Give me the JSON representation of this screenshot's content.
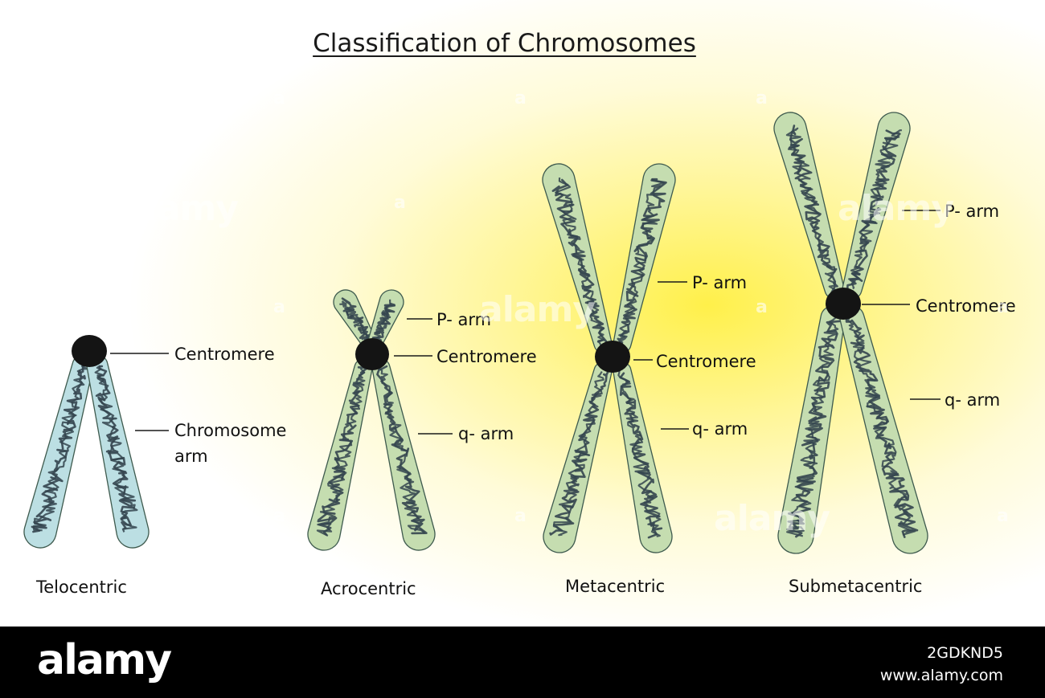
{
  "title": "Classification of Chromosomes",
  "colors": {
    "chromatin": "#34454f",
    "centromere": "#141414",
    "telocentric_fill": "#bcdfe3",
    "arm_fill": "#c5ddb0",
    "outline": "#3e5a4e"
  },
  "telocentric": {
    "type_label": "Telocentric",
    "centromere_label": "Centromere",
    "arm_label_line1": "Chromosome",
    "arm_label_line2": "arm"
  },
  "acrocentric": {
    "type_label": "Acrocentric",
    "p_arm_label": "P- arm",
    "centromere_label": "Centromere",
    "q_arm_label": "q- arm"
  },
  "metacentric": {
    "type_label": "Metacentric",
    "p_arm_label": "P- arm",
    "centromere_label": "Centromere",
    "q_arm_label": "q- arm"
  },
  "submetacentric": {
    "type_label": "Submetacentric",
    "p_arm_label": "P- arm",
    "centromere_label": "Centromere",
    "q_arm_label": "q- arm"
  },
  "watermark": {
    "brand": "alamy",
    "image_id": "2GDKND5",
    "site": "www.alamy.com",
    "glyph": "a"
  }
}
